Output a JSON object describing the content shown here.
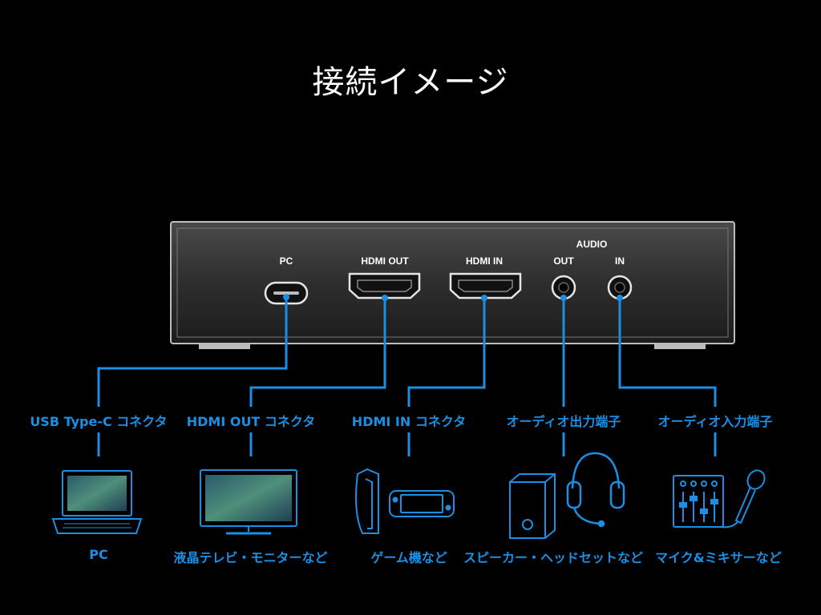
{
  "title": "接続イメージ",
  "device": {
    "ports": {
      "pc": "PC",
      "hdmi_out": "HDMI OUT",
      "hdmi_in": "HDMI IN",
      "audio_group": "AUDIO",
      "audio_out": "OUT",
      "audio_in": "IN"
    }
  },
  "connectors": [
    "USB Type-C コネクタ",
    "HDMI OUT コネクタ",
    "HDMI IN コネクタ",
    "オーディオ出力端子",
    "オーディオ入力端子"
  ],
  "devices": [
    "PC",
    "液晶テレビ・モニターなど",
    "ゲーム機など",
    "スピーカー・ヘッドセットなど",
    "マイク&ミキサーなど"
  ],
  "colors": {
    "accent": "#1a8fe3",
    "background": "#000000",
    "device_body": "#3a3a3a"
  }
}
